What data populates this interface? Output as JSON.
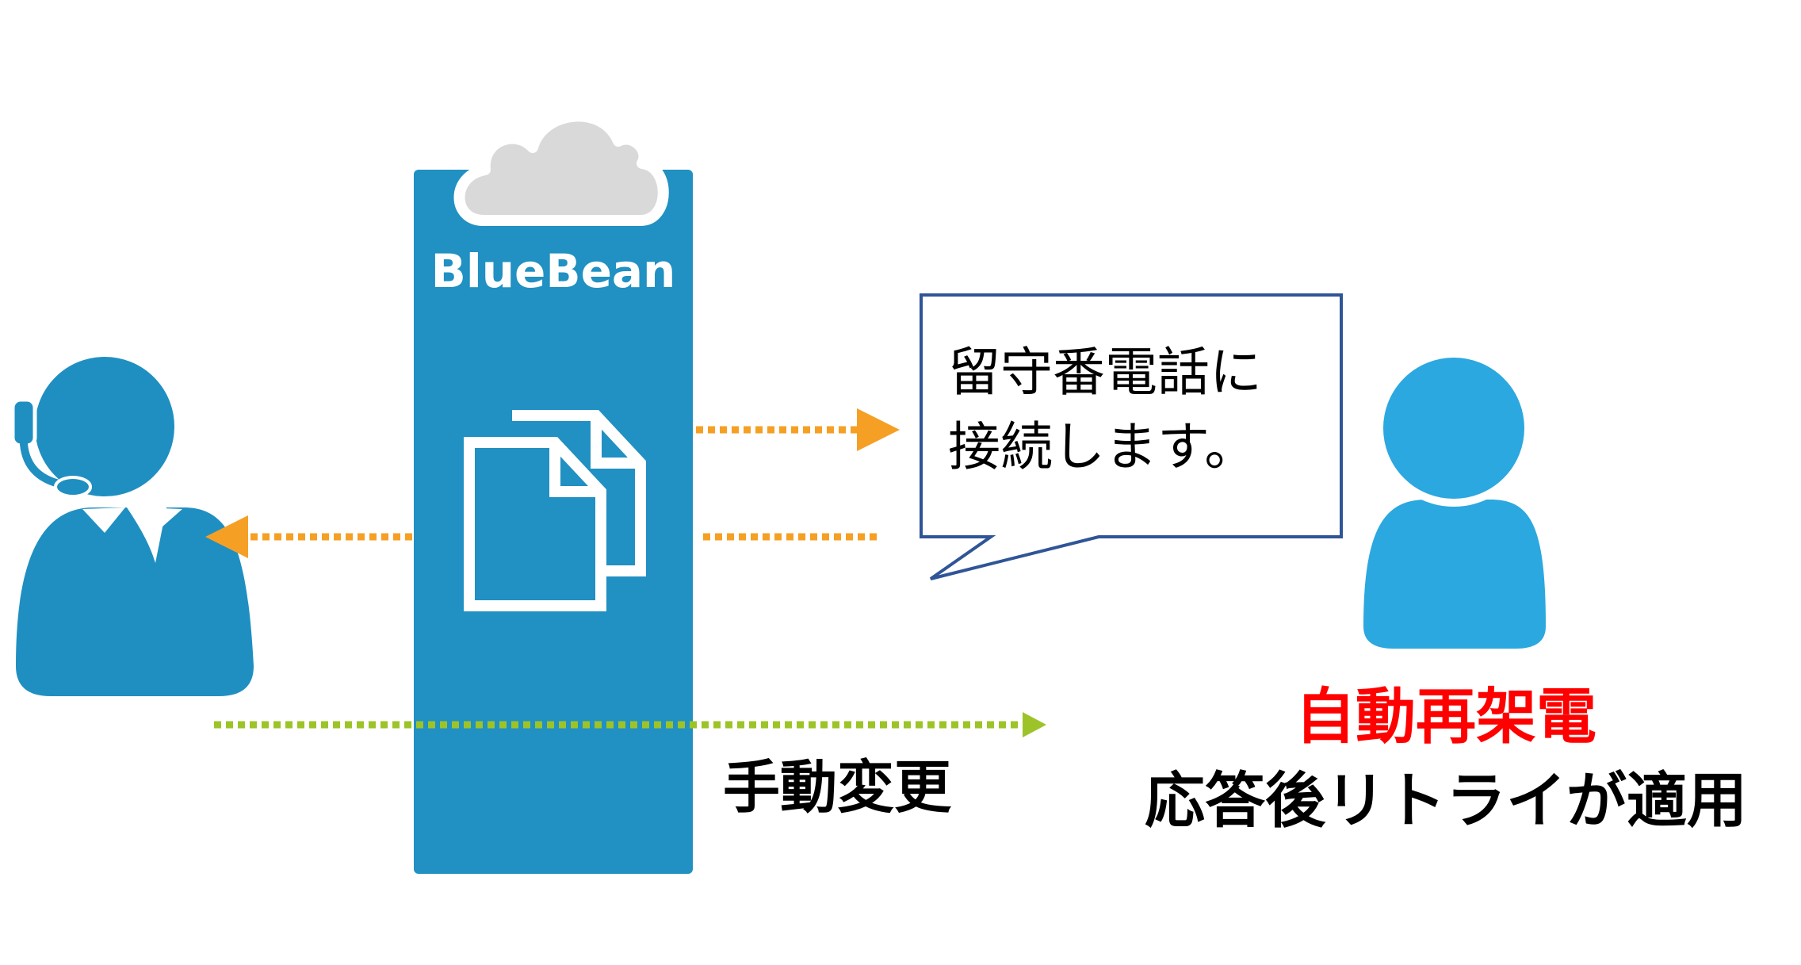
{
  "service": {
    "name": "BlueBean"
  },
  "speech_bubble": {
    "line1": "留守番電話に",
    "line2": "接続します。"
  },
  "labels": {
    "manual_change": "手動変更",
    "auto_redial": "自動再架電",
    "retry_applied": "応答後リトライが適用"
  },
  "colors": {
    "operator_blue": "#1f8fc1",
    "customer_blue": "#2ba8df",
    "bar_blue": "#2190c2",
    "cloud_gray": "#d9d9d9",
    "orange_arrow": "#f5a024",
    "green_arrow": "#9cc428",
    "accent_red": "#ff0000",
    "bubble_border": "#2f5597",
    "text_dark": "#000000"
  },
  "icons": {
    "operator": "operator-headset-icon",
    "customer": "customer-person-icon",
    "cloud": "cloud-icon",
    "documents": "documents-icon"
  }
}
